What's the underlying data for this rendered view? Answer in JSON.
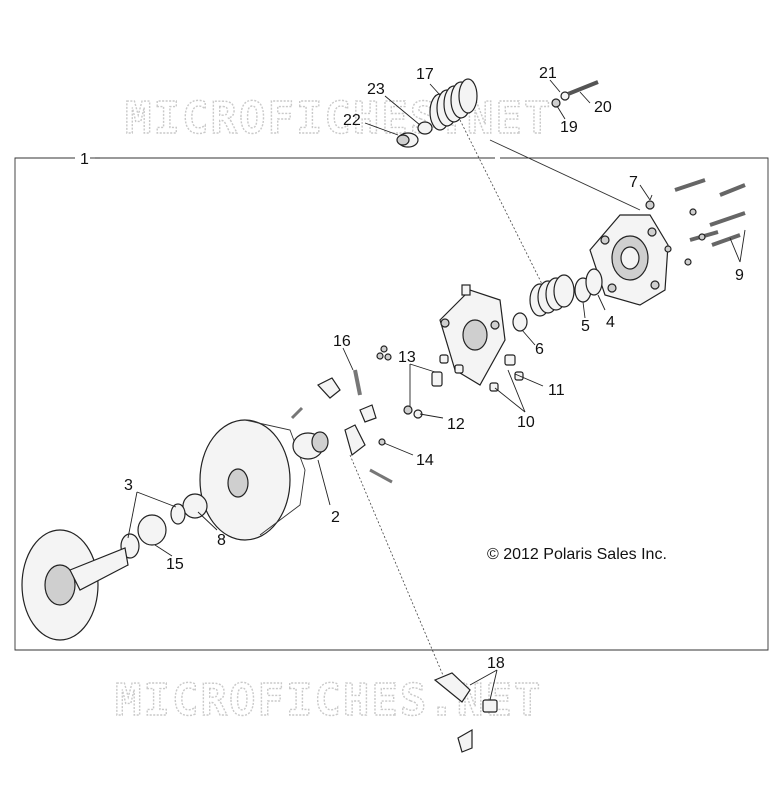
{
  "watermarks": [
    "MICROFICHES.NET",
    "MICROFICHES.NET"
  ],
  "copyright": "© 2012 Polaris Sales Inc.",
  "callouts": [
    "1",
    "2",
    "3",
    "4",
    "5",
    "6",
    "7",
    "8",
    "9",
    "10",
    "11",
    "12",
    "13",
    "14",
    "15",
    "16",
    "17",
    "18",
    "19",
    "20",
    "21",
    "22",
    "23"
  ]
}
